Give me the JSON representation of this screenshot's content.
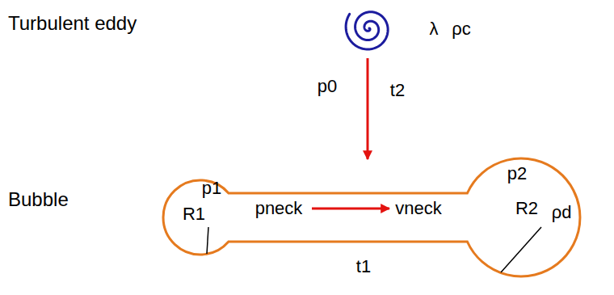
{
  "diagram": {
    "nodes": [
      {
        "text": [
          "λ",
          "ρc"
        ]
      },
      {
        "text": [
          "p1",
          "R1",
          "pneck",
          "vneck",
          "p2",
          "ρd",
          "R2"
        ]
      }
    ],
    "edges": [
      {
        "from": 0,
        "to": 1,
        "arrow": "to",
        "label": "p0"
      }
    ],
    "labels": [
      "Turbulent eddy",
      "t2",
      "Bubble",
      "t1"
    ]
  }
}
